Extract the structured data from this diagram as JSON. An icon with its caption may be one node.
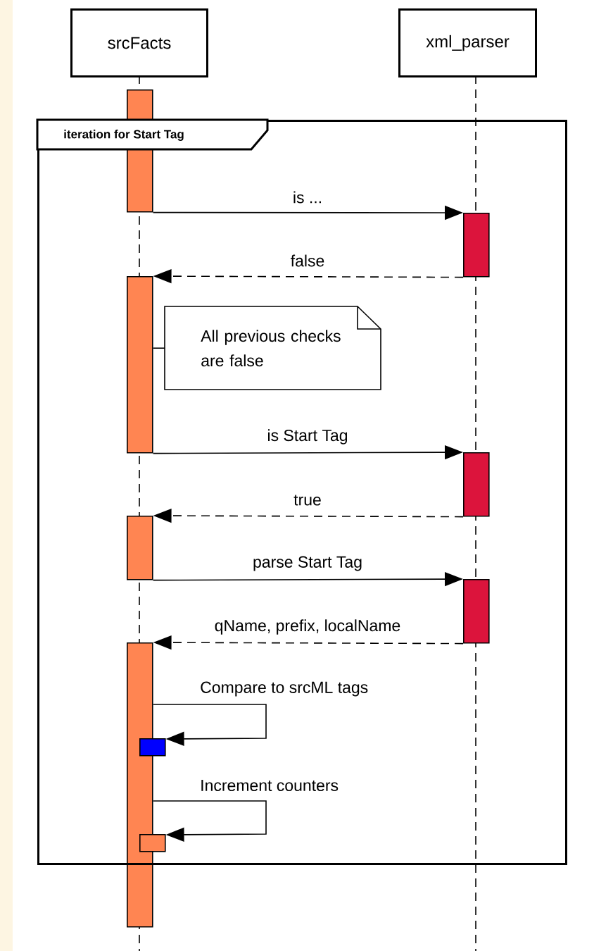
{
  "diagram": {
    "nodes": [
      {
        "text": [
          "srcFacts"
        ]
      },
      {
        "text": [
          "xml_parser"
        ]
      },
      {
        "text": [
          "iteration for Start Tag"
        ]
      },
      {
        "text": [],
        "shape": "bar"
      },
      {
        "text": [],
        "shape": "bar",
        "in": 2
      },
      {
        "text": [],
        "shape": "bar",
        "in": 2
      },
      {
        "text": [
          "All previous checks are false"
        ],
        "in": 2
      },
      {
        "text": [],
        "shape": "bar",
        "in": 2
      },
      {
        "text": [],
        "shape": "bar",
        "in": 2
      },
      {
        "text": [],
        "shape": "bar",
        "in": 2
      },
      {
        "text": [],
        "shape": "bar"
      },
      {
        "text": [],
        "shape": "bar",
        "in": 2
      },
      {
        "text": [],
        "shape": "bar",
        "in": 2
      }
    ],
    "edges": [
      {
        "from": 3,
        "to": 4,
        "arrow": "to",
        "label": "is ..."
      },
      {
        "from": 4,
        "to": 5,
        "arrow": "to",
        "label": "false",
        "style": "dashed"
      },
      {
        "from": 5,
        "to": 6,
        "arrow": "none"
      },
      {
        "from": 5,
        "to": 7,
        "arrow": "to",
        "label": "is Start Tag"
      },
      {
        "from": 7,
        "to": 8,
        "arrow": "to",
        "label": "true",
        "style": "dashed"
      },
      {
        "from": 8,
        "to": 9,
        "arrow": "to",
        "label": "parse Start Tag"
      },
      {
        "from": 9,
        "to": 10,
        "arrow": "to",
        "label": "qName, prefix, localName",
        "style": "dashed"
      },
      {
        "from": 10,
        "to": 11,
        "arrow": "to",
        "label": "Compare to srcML tags"
      },
      {
        "from": 10,
        "to": 12,
        "arrow": "to",
        "label": "Increment counters"
      }
    ]
  }
}
